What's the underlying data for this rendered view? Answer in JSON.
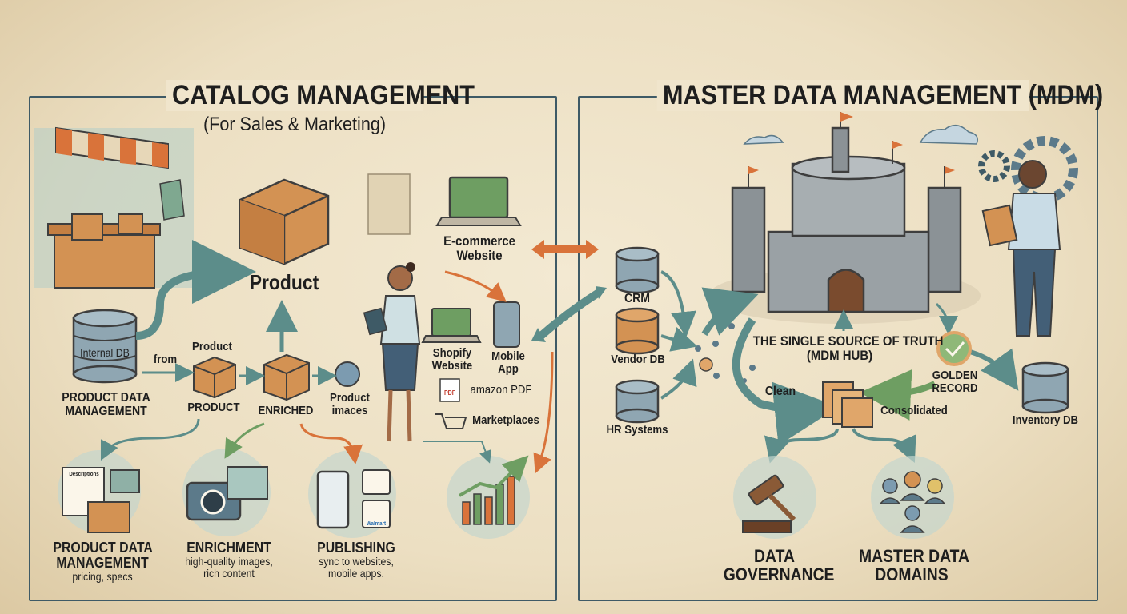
{
  "left_panel": {
    "title": "CATALOG MANAGEMENT",
    "subtitle": "(For Sales & Marketing)",
    "product_label": "Product",
    "internal_db": "Internal DB",
    "pdm_label": [
      "PRODUCT DATA",
      "MANAGEMENT"
    ],
    "from_label": "from",
    "product_small_top": "Product",
    "product_caps": "PRODUCT",
    "enriched": "ENRICHED",
    "product_images": [
      "Product",
      "imaces"
    ],
    "ecommerce": [
      "E-commerce",
      "Website"
    ],
    "shopify": [
      "Shopify",
      "Website"
    ],
    "mobile_app": [
      "Mobile",
      "App"
    ],
    "amazon_pdf": "amazon PDF",
    "pdf_tag": "PDF",
    "marketplaces": "Marketplaces",
    "descriptions_tag": "Descriptions",
    "walmart_tag": "Walmart",
    "bottom": [
      {
        "title": [
          "PRODUCT DATA",
          "MANAGEMENT"
        ],
        "sub": [
          "pricing, specs"
        ]
      },
      {
        "title": [
          "ENRICHMENT"
        ],
        "sub": [
          "high-quality images,",
          "rich content"
        ]
      },
      {
        "title": [
          "PUBLISHING"
        ],
        "sub": [
          "sync to websites,",
          "mobile apps."
        ]
      }
    ]
  },
  "right_panel": {
    "title": "MASTER DATA MANAGEMENT (MDM)",
    "crm": "CRM",
    "vendor_db": "Vendor DB",
    "hr_systems": "HR Systems",
    "hub": [
      "THE SINGLE SOURCE OF TRUTH",
      "(MDM HUB)"
    ],
    "clean": "Clean",
    "consolidated": "Consolidated",
    "golden_record": [
      "GOLDEN",
      "RECORD"
    ],
    "inventory_db": "Inventory DB",
    "data_governance": [
      "DATA",
      "GOVERNANCE"
    ],
    "master_data_domains": [
      "MASTER DATA",
      "DOMAINS"
    ]
  },
  "colors": {
    "frame": "#3e5a66",
    "teal": "#5c8d8a",
    "orange": "#d9733a",
    "box": "#d39253",
    "green": "#6e9e62"
  }
}
